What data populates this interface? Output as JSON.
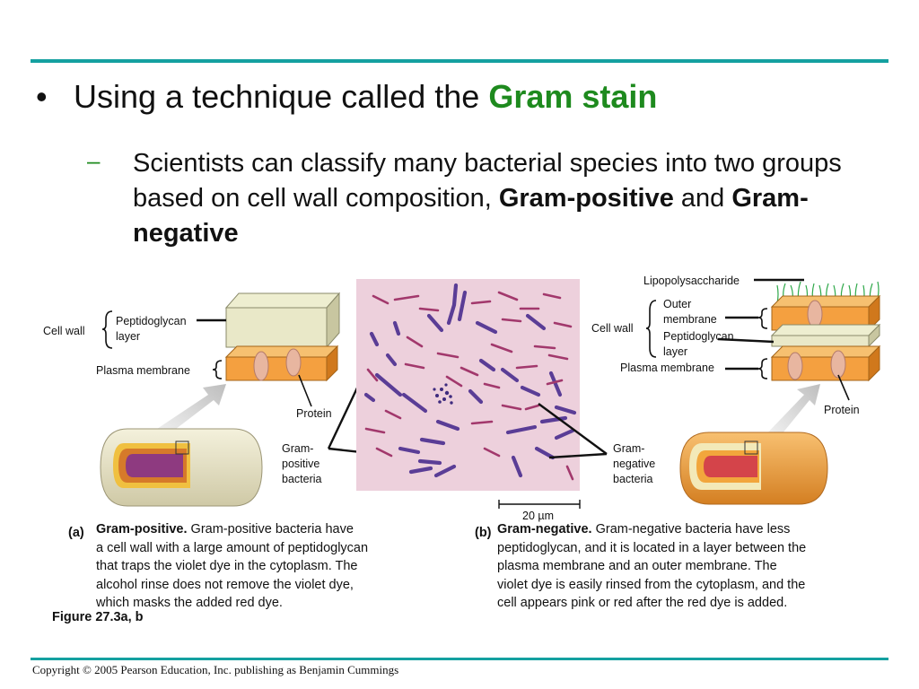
{
  "slide": {
    "bullet": {
      "text": "Using a technique called the ",
      "highlight": "Gram stain"
    },
    "sub": {
      "dash": "–",
      "text1": "Scientists can classify many bacterial species into two groups based on cell wall composition, ",
      "bold1": "Gram-positive",
      "text2": " and ",
      "bold2": "Gram-negative"
    },
    "accent_color": "#14a0a0",
    "highlight_color": "#1e8a1e"
  },
  "figure": {
    "left": {
      "cell_wall": "Cell wall",
      "peptidoglycan": "Peptidoglycan",
      "layer": "layer",
      "plasma_membrane": "Plasma membrane",
      "protein": "Protein",
      "bacteria_1": "Gram-",
      "bacteria_2": "positive",
      "bacteria_3": "bacteria"
    },
    "right": {
      "lipopolysaccharide": "Lipopolysaccharide",
      "outer_1": "Outer",
      "outer_2": "membrane",
      "cell_wall": "Cell wall",
      "peptidoglycan": "Peptidoglycan",
      "layer": "layer",
      "plasma_membrane": "Plasma membrane",
      "protein": "Protein",
      "bacteria_1": "Gram-",
      "bacteria_2": "negative",
      "bacteria_3": "bacteria"
    },
    "scale_bar": "20 µm",
    "caption_a": {
      "letter": "(a)",
      "title": "Gram-positive.",
      "line1": " Gram-positive bacteria have",
      "line2": "a cell wall with a large amount of peptidoglycan",
      "line3": "that traps the violet dye in the cytoplasm. The",
      "line4": "alcohol rinse does not remove the violet dye,",
      "line5": "which masks the added red dye."
    },
    "caption_b": {
      "letter": "(b)",
      "title": "Gram-negative.",
      "line1": " Gram-negative bacteria have less",
      "line2": "peptidoglycan, and it is located in a layer between the",
      "line3": "plasma membrane and an outer membrane. The",
      "line4": "violet dye is easily rinsed from the cytoplasm, and the",
      "line5": "cell appears pink or red after the red dye is added."
    },
    "figure_label": "Figure 27.3a, b"
  },
  "footer": {
    "copyright": "Copyright © 2005 Pearson Education, Inc. publishing as Benjamin Cummings"
  }
}
